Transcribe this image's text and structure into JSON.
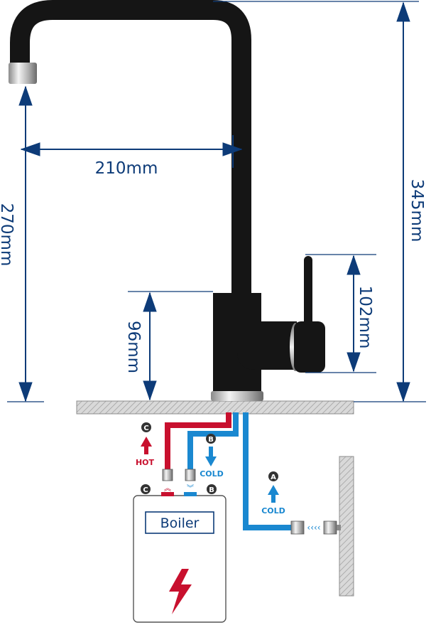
{
  "dimensions": {
    "reach": "210mm",
    "spout_height": "270mm",
    "total_height": "345mm",
    "lever_height": "102mm",
    "body_height": "96mm"
  },
  "labels": {
    "hot": "HOT",
    "cold_b": "COLD",
    "cold_a": "COLD",
    "boiler": "Boiler",
    "badge_a": "A",
    "badge_b": "B",
    "badge_c": "C",
    "chevrons": "‹‹‹‹"
  },
  "colors": {
    "dimension": "#0d3b78",
    "hot": "#c8102e",
    "cold": "#1a88d0",
    "faucet": "#151515"
  },
  "icons": {
    "boiler_symbol": "lightning-bolt-icon"
  }
}
